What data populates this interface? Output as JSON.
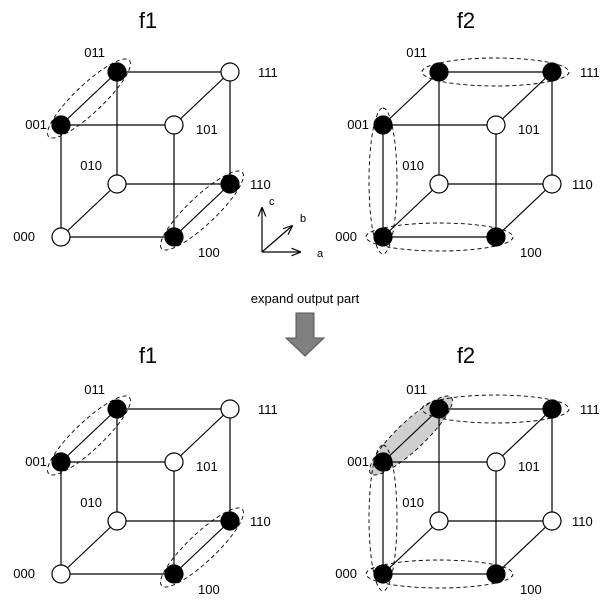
{
  "colors": {
    "on": "#000000",
    "off": "#ffffff",
    "shaded": "#cfcfcf"
  },
  "cubes": [
    {
      "title": "f1",
      "on": [
        "011",
        "001",
        "110",
        "100"
      ],
      "groups": [
        {
          "members": [
            "001",
            "011"
          ],
          "shaded": false
        },
        {
          "members": [
            "100",
            "110"
          ],
          "shaded": false
        }
      ]
    },
    {
      "title": "f2",
      "on": [
        "011",
        "111",
        "001",
        "000",
        "100"
      ],
      "groups": [
        {
          "members": [
            "011",
            "111"
          ],
          "shaded": false
        },
        {
          "members": [
            "000",
            "001"
          ],
          "shaded": false
        },
        {
          "members": [
            "000",
            "100"
          ],
          "shaded": false
        }
      ]
    },
    {
      "title": "f1",
      "on": [
        "011",
        "001",
        "110",
        "100"
      ],
      "groups": [
        {
          "members": [
            "001",
            "011"
          ],
          "shaded": false
        },
        {
          "members": [
            "100",
            "110"
          ],
          "shaded": false
        }
      ]
    },
    {
      "title": "f2",
      "on": [
        "011",
        "111",
        "001",
        "000",
        "100"
      ],
      "groups": [
        {
          "members": [
            "001",
            "011"
          ],
          "shaded": true
        },
        {
          "members": [
            "011",
            "111"
          ],
          "shaded": false
        },
        {
          "members": [
            "000",
            "001"
          ],
          "shaded": false
        },
        {
          "members": [
            "000",
            "100"
          ],
          "shaded": false
        }
      ]
    }
  ],
  "axes": {
    "a": "a",
    "b": "b",
    "c": "c"
  },
  "step": {
    "label": "expand output part",
    "icon": "down-arrow-icon"
  }
}
